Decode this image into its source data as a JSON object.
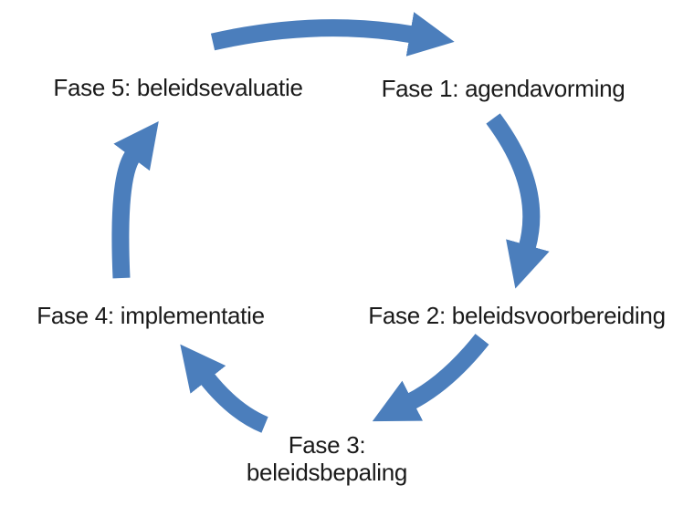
{
  "diagram": {
    "type": "cycle",
    "subject": "beleidscyclus (policy cycle)",
    "cycle_direction": "clockwise",
    "background_color": "#ffffff",
    "text_color": "#1a1a1a",
    "arrow_color": "#4b7ebc",
    "phases": [
      {
        "id": "fase1",
        "label": "Fase 1: agendavorming"
      },
      {
        "id": "fase2",
        "label": "Fase 2: beleidsvoorbereiding"
      },
      {
        "id": "fase3",
        "label": "Fase 3: beleidsbepaling",
        "lines": [
          "Fase 3:",
          "beleidsbepaling"
        ]
      },
      {
        "id": "fase4",
        "label": "Fase 4: implementatie"
      },
      {
        "id": "fase5",
        "label": "Fase 5: beleidsevaluatie"
      }
    ],
    "arrows": [
      {
        "from": "fase5",
        "to": "fase1"
      },
      {
        "from": "fase1",
        "to": "fase2"
      },
      {
        "from": "fase2",
        "to": "fase3"
      },
      {
        "from": "fase3",
        "to": "fase4"
      },
      {
        "from": "fase4",
        "to": "fase5"
      }
    ]
  }
}
